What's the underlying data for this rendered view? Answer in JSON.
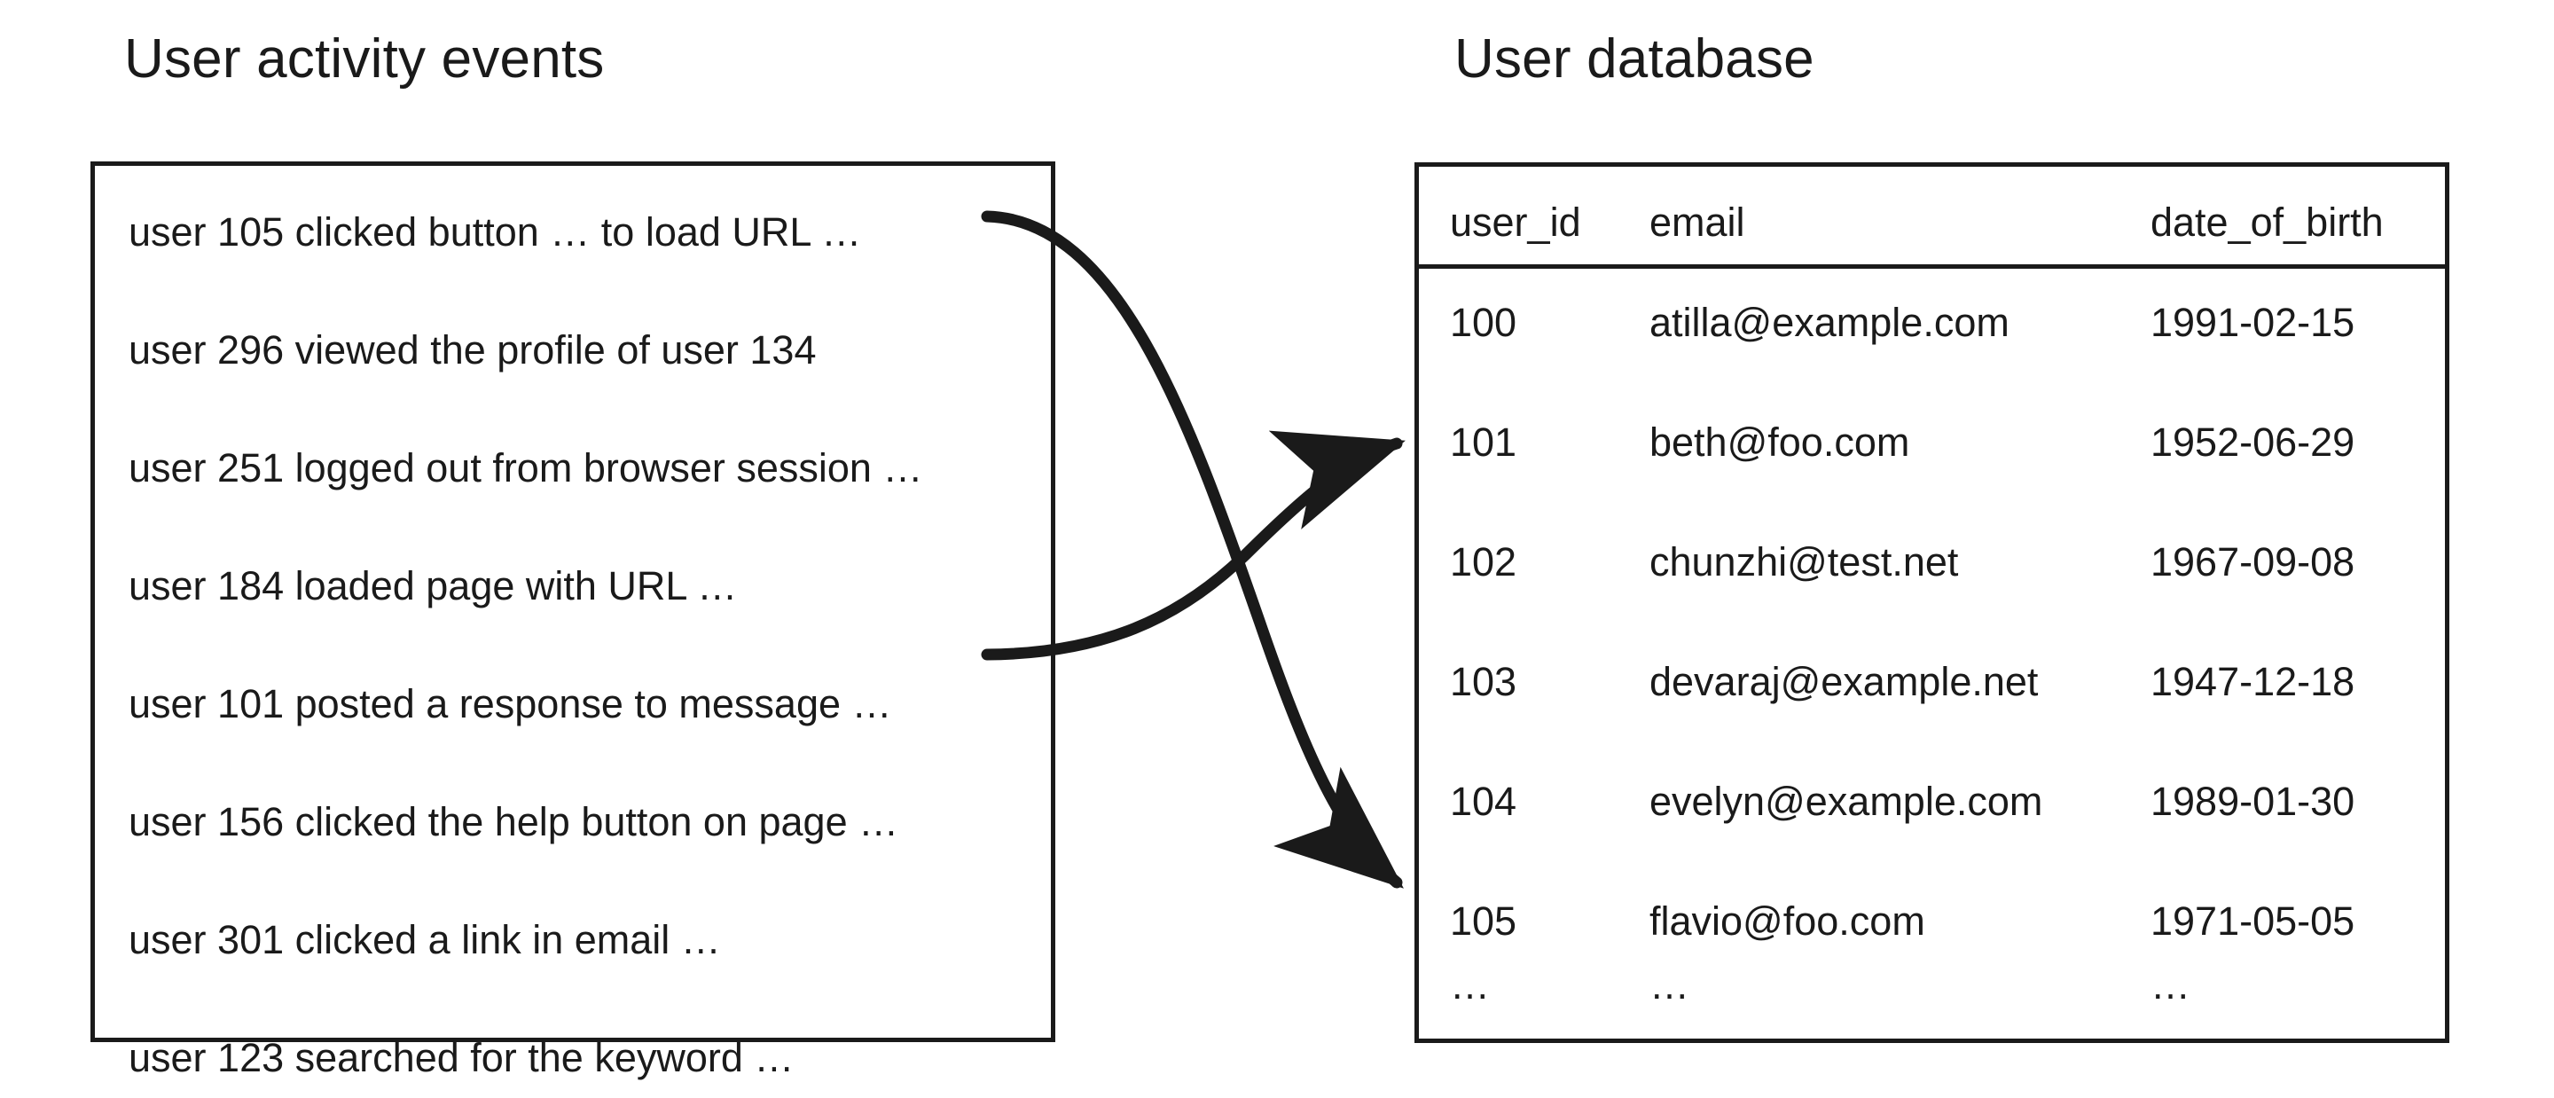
{
  "events_panel": {
    "title": "User activity events",
    "lines": [
      "user 105 clicked button … to load URL …",
      "user 296 viewed the profile of user 134",
      "user 251 logged out from browser session …",
      "user 184 loaded page with URL …",
      "user 101 posted a response to message …",
      "user 156 clicked the help button on page …",
      "user 301 clicked a link in email …",
      "user 123 searched for the keyword …"
    ]
  },
  "database_panel": {
    "title": "User database",
    "columns": [
      "user_id",
      "email",
      "date_of_birth"
    ],
    "rows": [
      {
        "user_id": "100",
        "email": "atilla@example.com",
        "date_of_birth": "1991-02-15"
      },
      {
        "user_id": "101",
        "email": "beth@foo.com",
        "date_of_birth": "1952-06-29"
      },
      {
        "user_id": "102",
        "email": "chunzhi@test.net",
        "date_of_birth": "1967-09-08"
      },
      {
        "user_id": "103",
        "email": "devaraj@example.net",
        "date_of_birth": "1947-12-18"
      },
      {
        "user_id": "104",
        "email": "evelyn@example.com",
        "date_of_birth": "1989-01-30"
      },
      {
        "user_id": "105",
        "email": "flavio@foo.com",
        "date_of_birth": "1971-05-05"
      },
      {
        "user_id": "…",
        "email": "…",
        "date_of_birth": "…"
      }
    ]
  },
  "connectors": [
    {
      "name": "event-105-to-row-105",
      "from_event_index": 0,
      "to_row_user_id": "105"
    },
    {
      "name": "event-101-to-row-101",
      "from_event_index": 4,
      "to_row_user_id": "101"
    }
  ],
  "colors": {
    "ink": "#1a1a1a",
    "background": "#ffffff"
  }
}
